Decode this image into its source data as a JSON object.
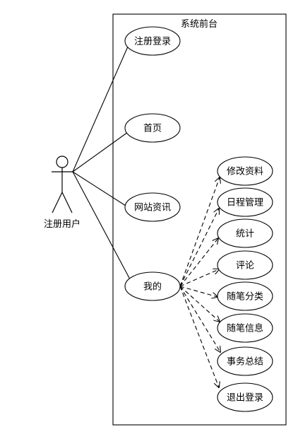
{
  "system": {
    "title": "系统前台"
  },
  "actor": {
    "label": "注册用户"
  },
  "use_cases": {
    "register_login": "注册登录",
    "home": "首页",
    "site_news": "网站资讯",
    "mine": "我的",
    "change_profile": "修改资料",
    "schedule_mgmt": "日程管理",
    "stats": "统计",
    "comment": "评论",
    "essay_category": "随笔分类",
    "essay_info": "随笔信息",
    "affair_summary": "事务总结",
    "logout": "退出登录"
  },
  "colors": {
    "stroke": "#000000",
    "background": "#ffffff"
  }
}
